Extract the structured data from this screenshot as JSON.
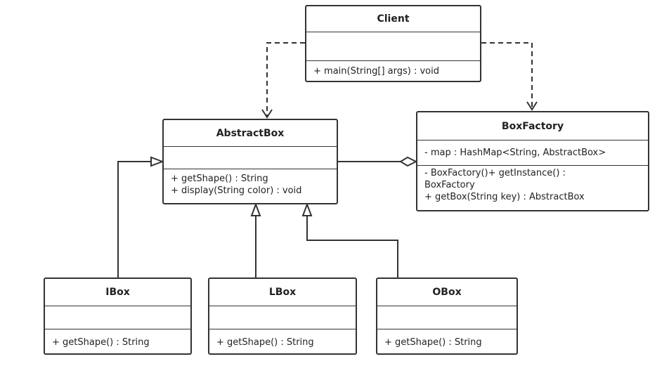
{
  "classes": {
    "client": {
      "name": "Client",
      "attributes": [],
      "methods": [
        "+ main(String[] args) : void"
      ]
    },
    "abstractbox": {
      "name": "AbstractBox",
      "attributes": [],
      "methods": [
        "+ getShape() : String",
        "+ display(String color) : void"
      ]
    },
    "boxfactory": {
      "name": "BoxFactory",
      "attributes": [
        "- map : HashMap<String, AbstractBox>"
      ],
      "methods": [
        "- BoxFactory()+ getInstance() : BoxFactory",
        "+ getBox(String key) : AbstractBox"
      ]
    },
    "ibox": {
      "name": "IBox",
      "attributes": [],
      "methods": [
        "+ getShape() : String"
      ]
    },
    "lbox": {
      "name": "LBox",
      "attributes": [],
      "methods": [
        "+ getShape() : String"
      ]
    },
    "obox": {
      "name": "OBox",
      "attributes": [],
      "methods": [
        "+ getShape() : String"
      ]
    }
  },
  "relations": [
    {
      "type": "dependency",
      "from": "Client",
      "to": "AbstractBox"
    },
    {
      "type": "dependency",
      "from": "Client",
      "to": "BoxFactory"
    },
    {
      "type": "aggregation",
      "from": "BoxFactory",
      "to": "AbstractBox"
    },
    {
      "type": "generalization",
      "from": "IBox",
      "to": "AbstractBox"
    },
    {
      "type": "generalization",
      "from": "LBox",
      "to": "AbstractBox"
    },
    {
      "type": "generalization",
      "from": "OBox",
      "to": "AbstractBox"
    }
  ],
  "colors": {
    "stroke": "#333333",
    "background": "#ffffff",
    "text": "#222222"
  }
}
